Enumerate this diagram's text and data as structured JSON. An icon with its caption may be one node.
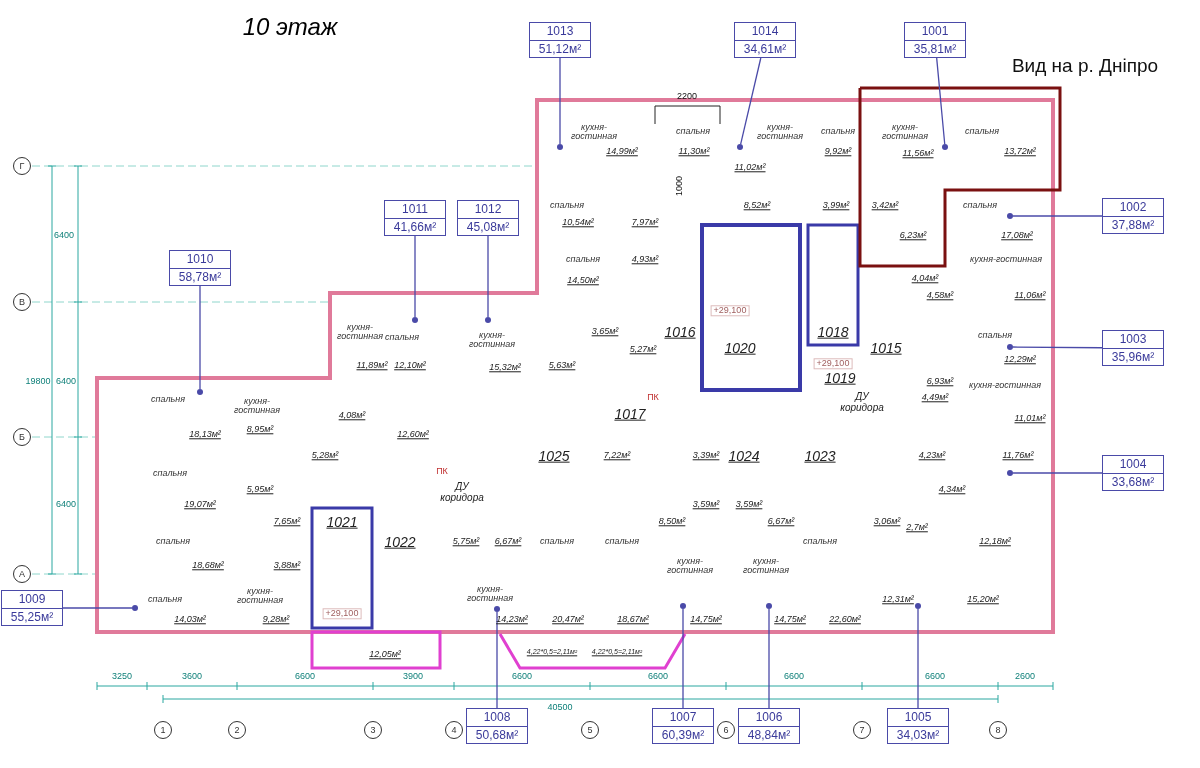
{
  "diagram": {
    "title": "10 этаж",
    "nodes": [
      {
        "text": [
          "1013",
          "51,12м²"
        ]
      },
      {
        "text": [
          "1014",
          "34,61м²"
        ]
      },
      {
        "text": [
          "1001",
          "35,81м²"
        ]
      },
      {
        "text": [
          "1002",
          "37,88м²"
        ]
      },
      {
        "text": [
          "1011",
          "41,66м²"
        ]
      },
      {
        "text": [
          "1012",
          "45,08м²"
        ]
      },
      {
        "text": [
          "1010",
          "58,78м²"
        ]
      },
      {
        "text": [
          "1003",
          "35,96м²"
        ]
      },
      {
        "text": [
          "1004",
          "33,68м²"
        ]
      },
      {
        "text": [
          "1009",
          "55,25м²"
        ]
      },
      {
        "text": [
          "1008",
          "50,68м²"
        ]
      },
      {
        "text": [
          "1007",
          "60,39м²"
        ]
      },
      {
        "text": [
          "1006",
          "48,84м²"
        ]
      },
      {
        "text": [
          "1005",
          "34,03м²"
        ]
      },
      {
        "text": [],
        "shape": "circle"
      },
      {
        "text": [],
        "shape": "circle"
      },
      {
        "text": [],
        "shape": "circle"
      },
      {
        "text": [],
        "shape": "circle"
      },
      {
        "text": [],
        "shape": "circle"
      },
      {
        "text": [],
        "shape": "circle"
      },
      {
        "text": [],
        "shape": "circle"
      },
      {
        "text": [],
        "shape": "circle"
      },
      {
        "text": [],
        "shape": "circle"
      },
      {
        "text": [],
        "shape": "circle"
      },
      {
        "text": [],
        "shape": "circle"
      },
      {
        "text": [],
        "shape": "circle"
      },
      {
        "text": [],
        "shape": "circle"
      },
      {
        "text": [],
        "shape": "circle"
      }
    ],
    "edges": [
      {
        "from": 0,
        "to": 14,
        "arrow": "none"
      },
      {
        "from": 1,
        "to": 15,
        "arrow": "none"
      },
      {
        "from": 2,
        "to": 16,
        "arrow": "none"
      },
      {
        "from": 3,
        "to": 17,
        "arrow": "none"
      },
      {
        "from": 4,
        "to": 18,
        "arrow": "none"
      },
      {
        "from": 5,
        "to": 19,
        "arrow": "none"
      },
      {
        "from": 6,
        "to": 21,
        "arrow": "none"
      },
      {
        "from": 7,
        "to": 20,
        "arrow": "none"
      },
      {
        "from": 8,
        "to": 22,
        "arrow": "none"
      },
      {
        "from": 9,
        "to": 23,
        "arrow": "none"
      },
      {
        "from": 10,
        "to": 24,
        "arrow": "none"
      },
      {
        "from": 11,
        "to": 25,
        "arrow": "none"
      },
      {
        "from": 12,
        "to": 26,
        "arrow": "none"
      },
      {
        "from": 13,
        "to": 27,
        "arrow": "none"
      }
    ],
    "labels": [
      "Вид на р. Дніпро",
      "2200",
      "кухня-гостинная",
      "спальня",
      "кухня-гостинная",
      "спальня",
      "кухня-гостинная",
      "спальня",
      "14,99м²",
      "11,30м²",
      "9,92м²",
      "11,56м²",
      "13,72м²",
      "Г",
      "11,02м²",
      "1000",
      "спальня",
      "8,52м²",
      "3,99м²",
      "3,42м²",
      "спальня",
      "10,54м²",
      "7,97м²",
      "6400",
      "6,23м²",
      "17,08м²",
      "спальня",
      "4,93м²",
      "кухня-гостинная",
      "14,50м²",
      "4,04м²",
      "В",
      "4,58м²",
      "11,06м²",
      "+29,100",
      "кухня-гостинная",
      "спальня",
      "кухня-гостинная",
      "3,65м²",
      "1016",
      "1018",
      "спальня",
      "5,27м²",
      "1020",
      "1015",
      "11,89м²",
      "12,10м²",
      "15,32м²",
      "5,63м²",
      "+29,100",
      "12,29м²",
      "19800",
      "6400",
      "1019",
      "6,93м²",
      "кухня-гостинная",
      "спальня",
      "кухня-гостинная",
      "ПК",
      "ДУ коридора",
      "4,49м²",
      "4,08м²",
      "1017",
      "11,01м²",
      "Б",
      "18,13м²",
      "8,95м²",
      "12,60м²",
      "5,28м²",
      "1025",
      "7,22м²",
      "3,39м²",
      "1024",
      "1023",
      "4,23м²",
      "11,76м²",
      "спальня",
      "ПК",
      "5,95м²",
      "ДУ коридора",
      "4,34м²",
      "6400",
      "19,07м²",
      "3,59м²",
      "3,59м²",
      "7,65м²",
      "1021",
      "8,50м²",
      "6,67м²",
      "3,06м²",
      "2,7м²",
      "спальня",
      "1022",
      "5,75м²",
      "6,67м²",
      "спальня",
      "спальня",
      "спальня",
      "12,18м²",
      "А",
      "18,68м²",
      "3,88м²",
      "кухня-гостинная",
      "кухня-гостинная",
      "спальня",
      "кухня-гостинная",
      "кухня-гостинная",
      "12,31м²",
      "15,20м²",
      "14,03м²",
      "9,28м²",
      "+29,100",
      "14,23м²",
      "20,47м²",
      "18,67м²",
      "14,75м²",
      "14,75м²",
      "22,60м²",
      "12,05м²",
      "4,22*0,5=2,11м²",
      "4,22*0,5=2,11м²",
      "3250",
      "3600",
      "6600",
      "3900",
      "6600",
      "6600",
      "6600",
      "6600",
      "2600",
      "40500",
      "1",
      "2",
      "3",
      "4",
      "5",
      "6",
      "7",
      "8"
    ]
  }
}
